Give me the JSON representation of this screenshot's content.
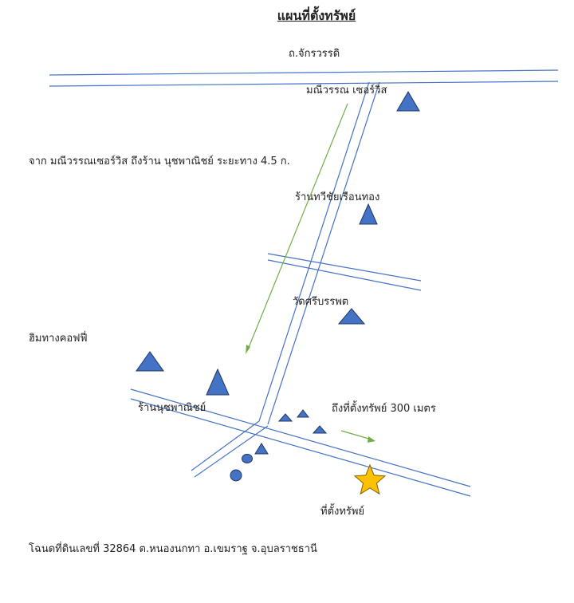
{
  "title": "แผนที่ตั้งทรัพย์",
  "labels": {
    "main_road": "ถ.จักรวรรดิ",
    "maneewan": "มณีวรรณ เซอร์วิส",
    "route_note": "จาก มณีวรรณเซอร์วิส ถึงร้าน นุชพาณิชย์ ระยะทาง 4.5 ก.",
    "thawichai": "ร้านทวีชัยเรือนทอง",
    "wat": "วัดศรีบรรพต",
    "coffee": "ฮิมทางคอฟฟี่",
    "nuch_shop": "ร้านนุชพาณิชย์",
    "to_property": "ถึงที่ตั้งทรัพย์ 300 เมตร",
    "property": "ที่ตั้งทรัพย์",
    "deed": "โฉนดที่ดินเลขที่ 32864 ต.หนองนกทา อ.เขมราฐ จ.อุบลราชธานี"
  },
  "colors": {
    "road": "#4472c4",
    "marker": "#4472c4",
    "marker_stroke": "#1f3864",
    "arrow": "#70ad47",
    "star": "#ffc000",
    "star_stroke": "#7f6000"
  },
  "icons": {
    "landmark": "triangle-icon",
    "small_building": "circle-icon",
    "property": "star-icon",
    "direction": "arrow-icon"
  }
}
